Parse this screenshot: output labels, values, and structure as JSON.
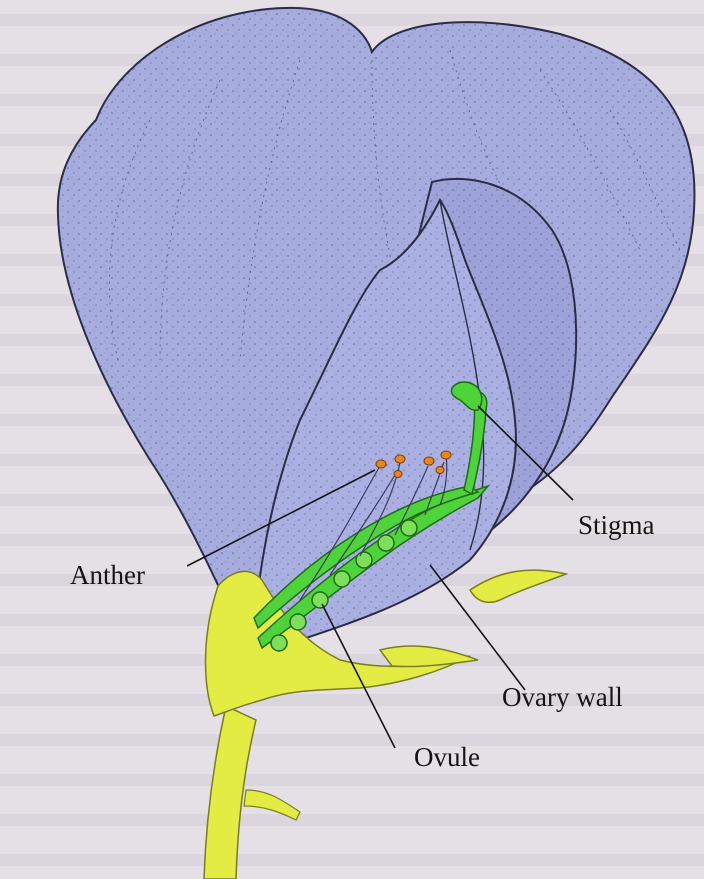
{
  "labels": {
    "stigma": "Stigma",
    "anther": "Anther",
    "ovary_wall": "Ovary wall",
    "ovule": "Ovule"
  },
  "colors": {
    "page_background": "#e4e0e6",
    "petal": "#a7acdf",
    "petal_stipple": "#2b2c45",
    "ovary_green": "#4fd33a",
    "sepal_yellow_green": "#e2ec43",
    "anther_orange": "#e8871e",
    "label_text": "#141414"
  }
}
